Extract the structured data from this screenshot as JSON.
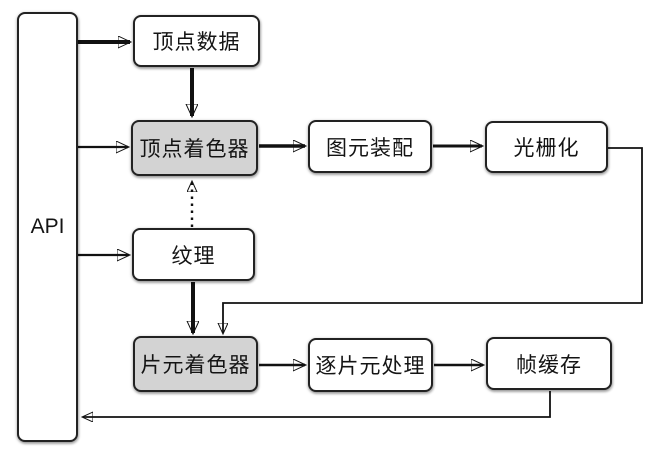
{
  "diagram": {
    "background_color": "#ffffff",
    "node_fill": "#ffffff",
    "shaded_node_fill": "#d3d3d3",
    "border_color": "#222222",
    "arrow_color": "#111111",
    "nodes": {
      "api": {
        "label": "API",
        "shaded": false
      },
      "vertex_data": {
        "label": "顶点数据",
        "shaded": false
      },
      "vertex_shader": {
        "label": "顶点着色器",
        "shaded": true
      },
      "primitive_assembly": {
        "label": "图元装配",
        "shaded": false
      },
      "rasterization": {
        "label": "光栅化",
        "shaded": false
      },
      "texture": {
        "label": "纹理",
        "shaded": false
      },
      "fragment_shader": {
        "label": "片元着色器",
        "shaded": true
      },
      "per_fragment_ops": {
        "label": "逐片元处理",
        "shaded": false
      },
      "framebuffer": {
        "label": "帧缓存",
        "shaded": false
      }
    },
    "edges": [
      {
        "from": "api",
        "to": "vertex_data",
        "style": "solid"
      },
      {
        "from": "vertex_data",
        "to": "vertex_shader",
        "style": "solid"
      },
      {
        "from": "api",
        "to": "vertex_shader",
        "style": "solid"
      },
      {
        "from": "vertex_shader",
        "to": "primitive_assembly",
        "style": "solid"
      },
      {
        "from": "primitive_assembly",
        "to": "rasterization",
        "style": "solid"
      },
      {
        "from": "rasterization",
        "to": "fragment_shader",
        "style": "solid-routed-right"
      },
      {
        "from": "api",
        "to": "texture",
        "style": "solid"
      },
      {
        "from": "texture",
        "to": "fragment_shader",
        "style": "solid"
      },
      {
        "from": "texture",
        "to": "vertex_shader",
        "style": "dotted"
      },
      {
        "from": "fragment_shader",
        "to": "per_fragment_ops",
        "style": "solid"
      },
      {
        "from": "per_fragment_ops",
        "to": "framebuffer",
        "style": "solid"
      },
      {
        "from": "framebuffer",
        "to": "api",
        "style": "solid-routed-bottom"
      }
    ]
  }
}
